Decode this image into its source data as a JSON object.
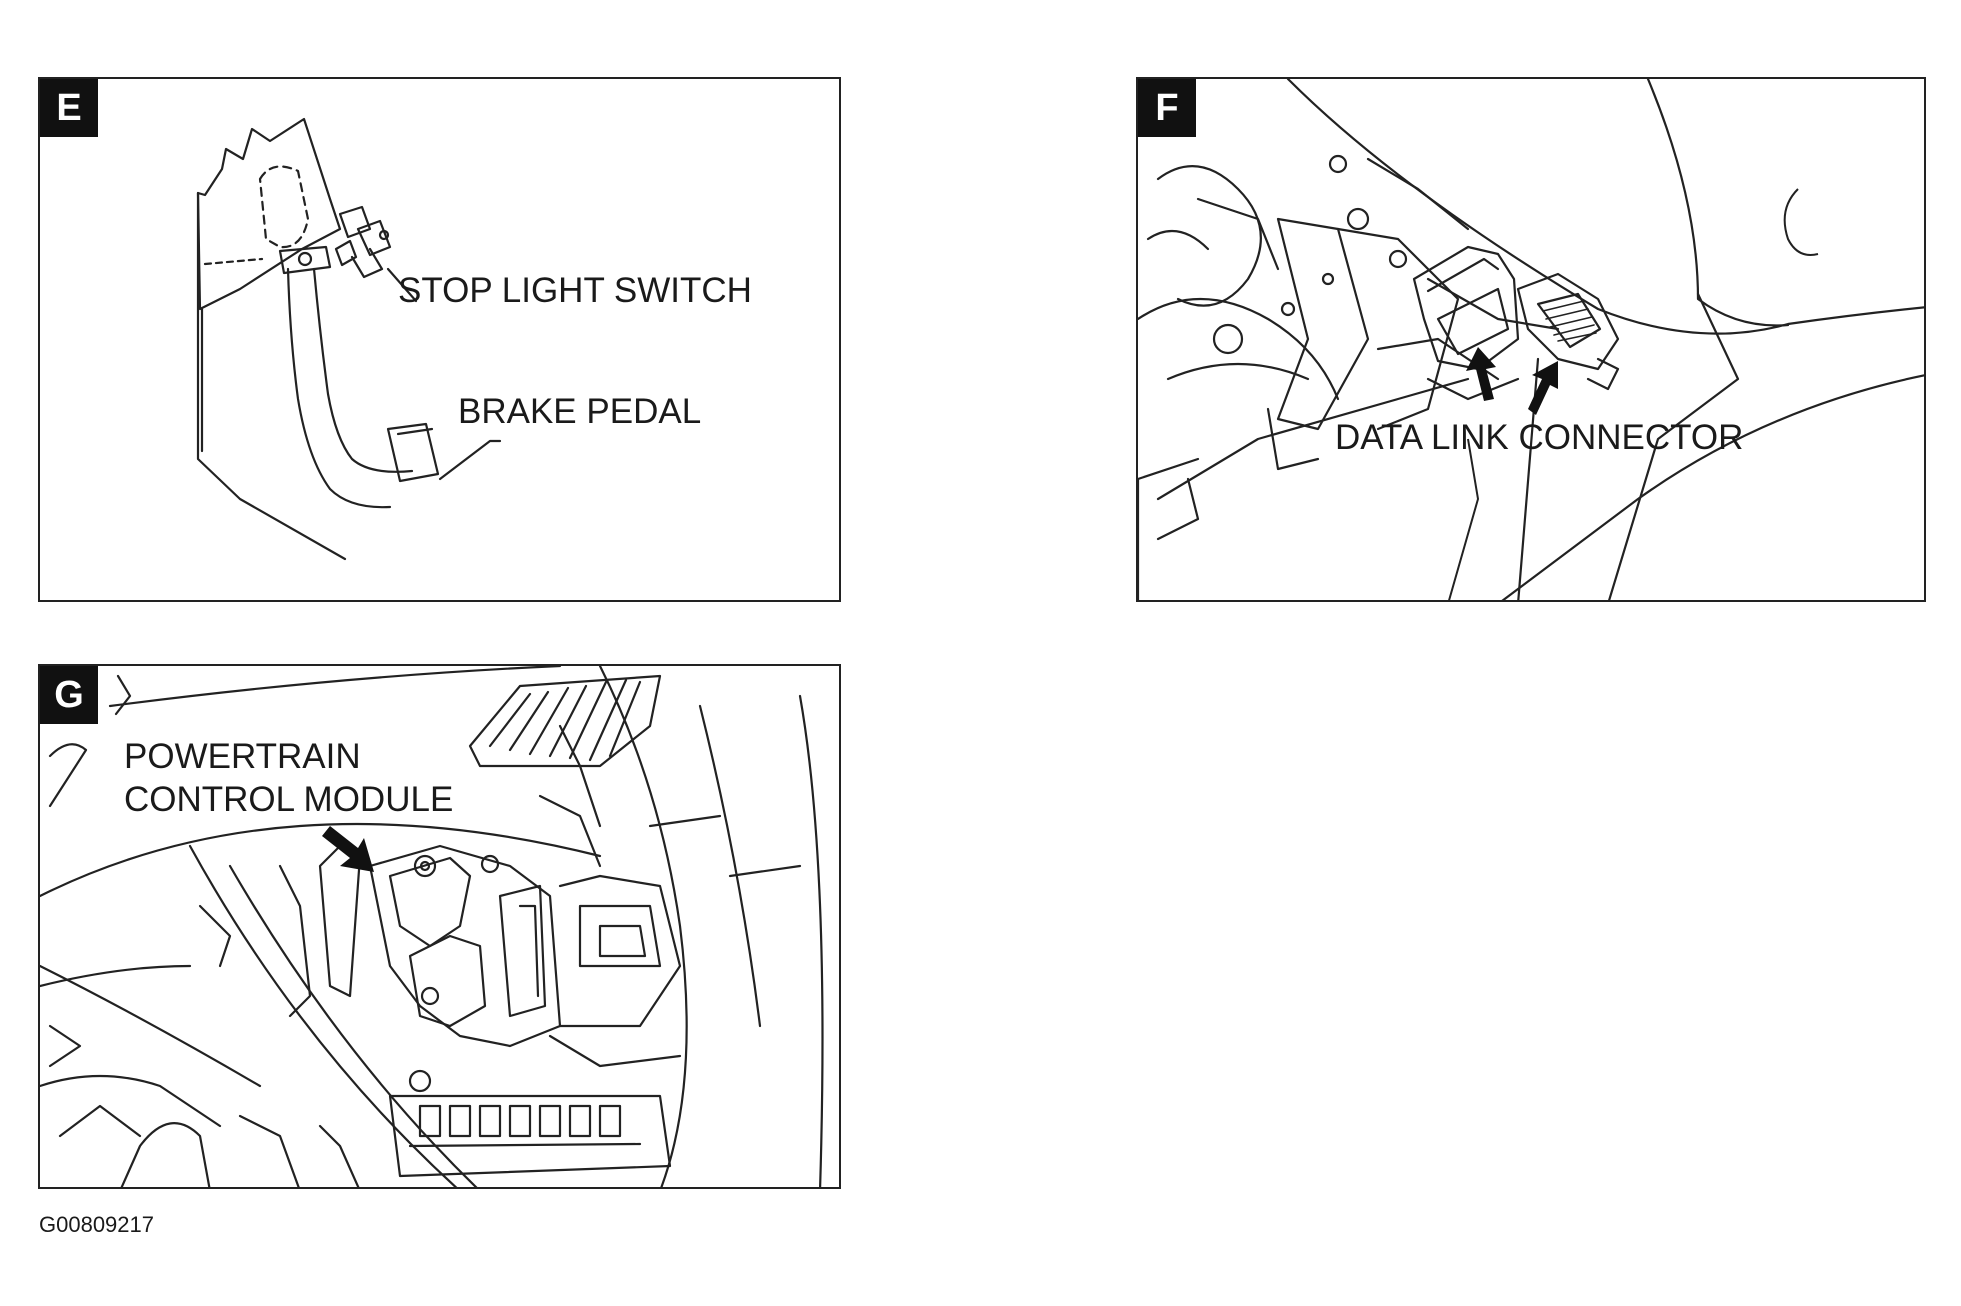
{
  "panels": {
    "e": {
      "badge": "E",
      "stop_light_switch": "STOP LIGHT SWITCH",
      "brake_pedal": "BRAKE PEDAL"
    },
    "f": {
      "badge": "F",
      "data_link_connector": "DATA LINK CONNECTOR"
    },
    "g": {
      "badge": "G",
      "pcm_line1": "POWERTRAIN",
      "pcm_line2": "CONTROL MODULE"
    }
  },
  "figure_id": "G00809217"
}
